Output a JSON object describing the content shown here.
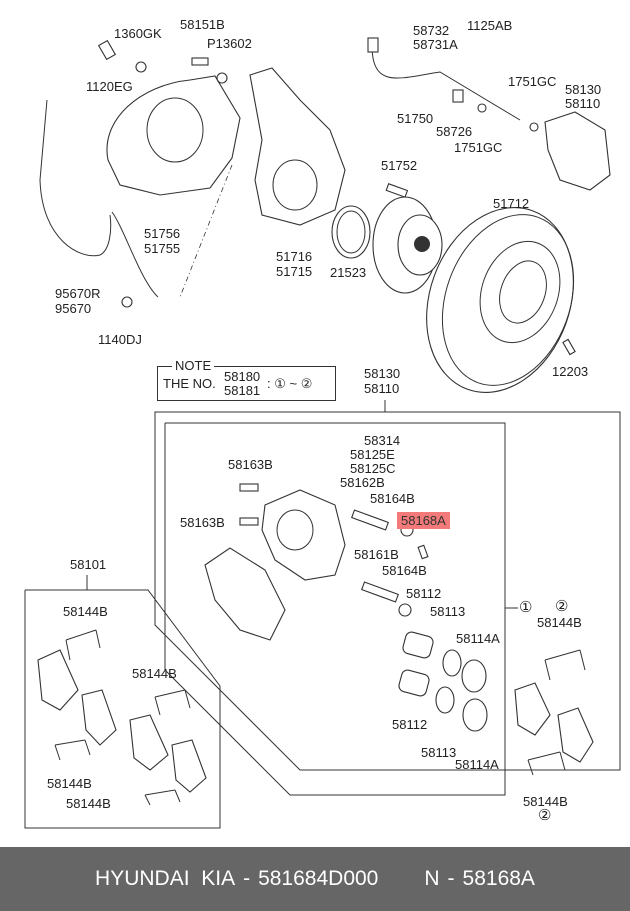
{
  "diagram": {
    "title": "Front brake assembly (exploded view)",
    "highlight_color": "#f47a7a",
    "highlighted_part": "58168A",
    "labels": {
      "p1360GK": "1360GK",
      "p1120EG": "1120EG",
      "p58151B": "58151B",
      "pP13602": "P13602",
      "p58732": "58732",
      "p58731A": "58731A",
      "p1125AB": "1125AB",
      "p1751GC_a": "1751GC",
      "p1751GC_b": "1751GC",
      "p58726": "58726",
      "p58130_top": "58130",
      "p58110_top": "58110",
      "p51750": "51750",
      "p51752": "51752",
      "p51756": "51756",
      "p51755": "51755",
      "p51716": "51716",
      "p51715": "51715",
      "p21523": "21523",
      "p51712": "51712",
      "p95670R": "95670R",
      "p95670": "95670",
      "p1140DJ": "1140DJ",
      "p12203": "12203",
      "p58130_mid": "58130",
      "p58110_mid": "58110",
      "p58314": "58314",
      "p58125E": "58125E",
      "p58125C": "58125C",
      "p58163B_a": "58163B",
      "p58163B_b": "58163B",
      "p58162B": "58162B",
      "p58164B_a": "58164B",
      "p58168A": "58168A",
      "p58161B": "58161B",
      "p58164B_b": "58164B",
      "p58112_a": "58112",
      "p58113_a": "58113",
      "p58114A_a": "58114A",
      "p58112_b": "58112",
      "p58113_b": "58113",
      "p58114A_b": "58114A",
      "p58101": "58101",
      "p58144B_1": "58144B",
      "p58144B_2": "58144B",
      "p58144B_3": "58144B",
      "p58144B_4": "58144B",
      "p58144B_5": "58144B",
      "p58144B_6": "58144B",
      "circ1": "①",
      "circ2_top": "②",
      "circ2_bot": "②"
    },
    "note": {
      "title": "NOTE",
      "prefix": "THE NO.",
      "num1": "58180",
      "num2": "58181",
      "range": ": ① ~ ②"
    }
  },
  "footer": {
    "brand": "HYUNDAI  KIA",
    "sep1": "-",
    "part_number": "581684D000",
    "ref_prefix": "N",
    "sep2": "-",
    "ref_code": "58168A"
  }
}
